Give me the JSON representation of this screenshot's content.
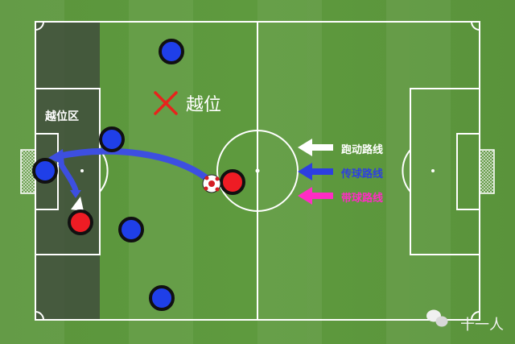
{
  "offside_zone_label": "越位区",
  "offside_mark_label": "越位",
  "legend": [
    {
      "label": "跑动路线",
      "color": "#ffffff"
    },
    {
      "label": "传球路线",
      "color": "#2d3fe0"
    },
    {
      "label": "带球路线",
      "color": "#ff2cc4"
    }
  ],
  "watermark": "十一人",
  "colors": {
    "pitch": "#5d983d",
    "lines": "#ffffff",
    "offside_zone": "#3e4a3c",
    "team_blue": "#1f3fe8",
    "team_red": "#ee1c24",
    "pass_route": "#3d4fe0",
    "mark_x": "#e8231c"
  },
  "icons": [
    "soccer-ball-icon",
    "wechat-icon",
    "cross-mark-icon"
  ]
}
